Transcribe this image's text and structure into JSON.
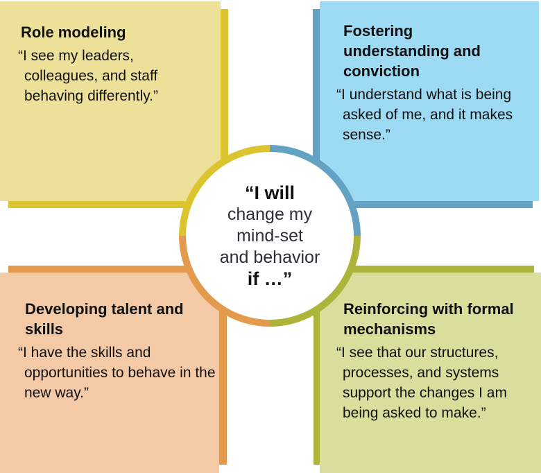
{
  "colors": {
    "yellow_fill": "#ede19a",
    "yellow_accent": "#dcc42e",
    "blue_fill": "#9ddaf3",
    "blue_accent": "#64a2c3",
    "orange_fill": "#f4c9a6",
    "orange_accent": "#e39a4c",
    "green_fill": "#dadd9c",
    "green_accent": "#adb43a"
  },
  "center": {
    "line1": "“I will",
    "line2": "change my",
    "line3": "mind-set",
    "line4": "and behavior",
    "line5": "if …”"
  },
  "quadrants": [
    {
      "title": "Role modeling",
      "quote": "“I see my leaders, colleagues, and staff behaving differently.”"
    },
    {
      "title": "Fostering understanding and conviction",
      "quote": "“I understand what is being asked of me, and it makes sense.”"
    },
    {
      "title": "Developing talent and skills",
      "quote": "“I have the skills and opportunities to behave in the new way.”"
    },
    {
      "title": "Reinforcing with formal mechanisms",
      "quote": "“I see that our structures, processes, and systems support the changes I am being asked to make.”"
    }
  ]
}
